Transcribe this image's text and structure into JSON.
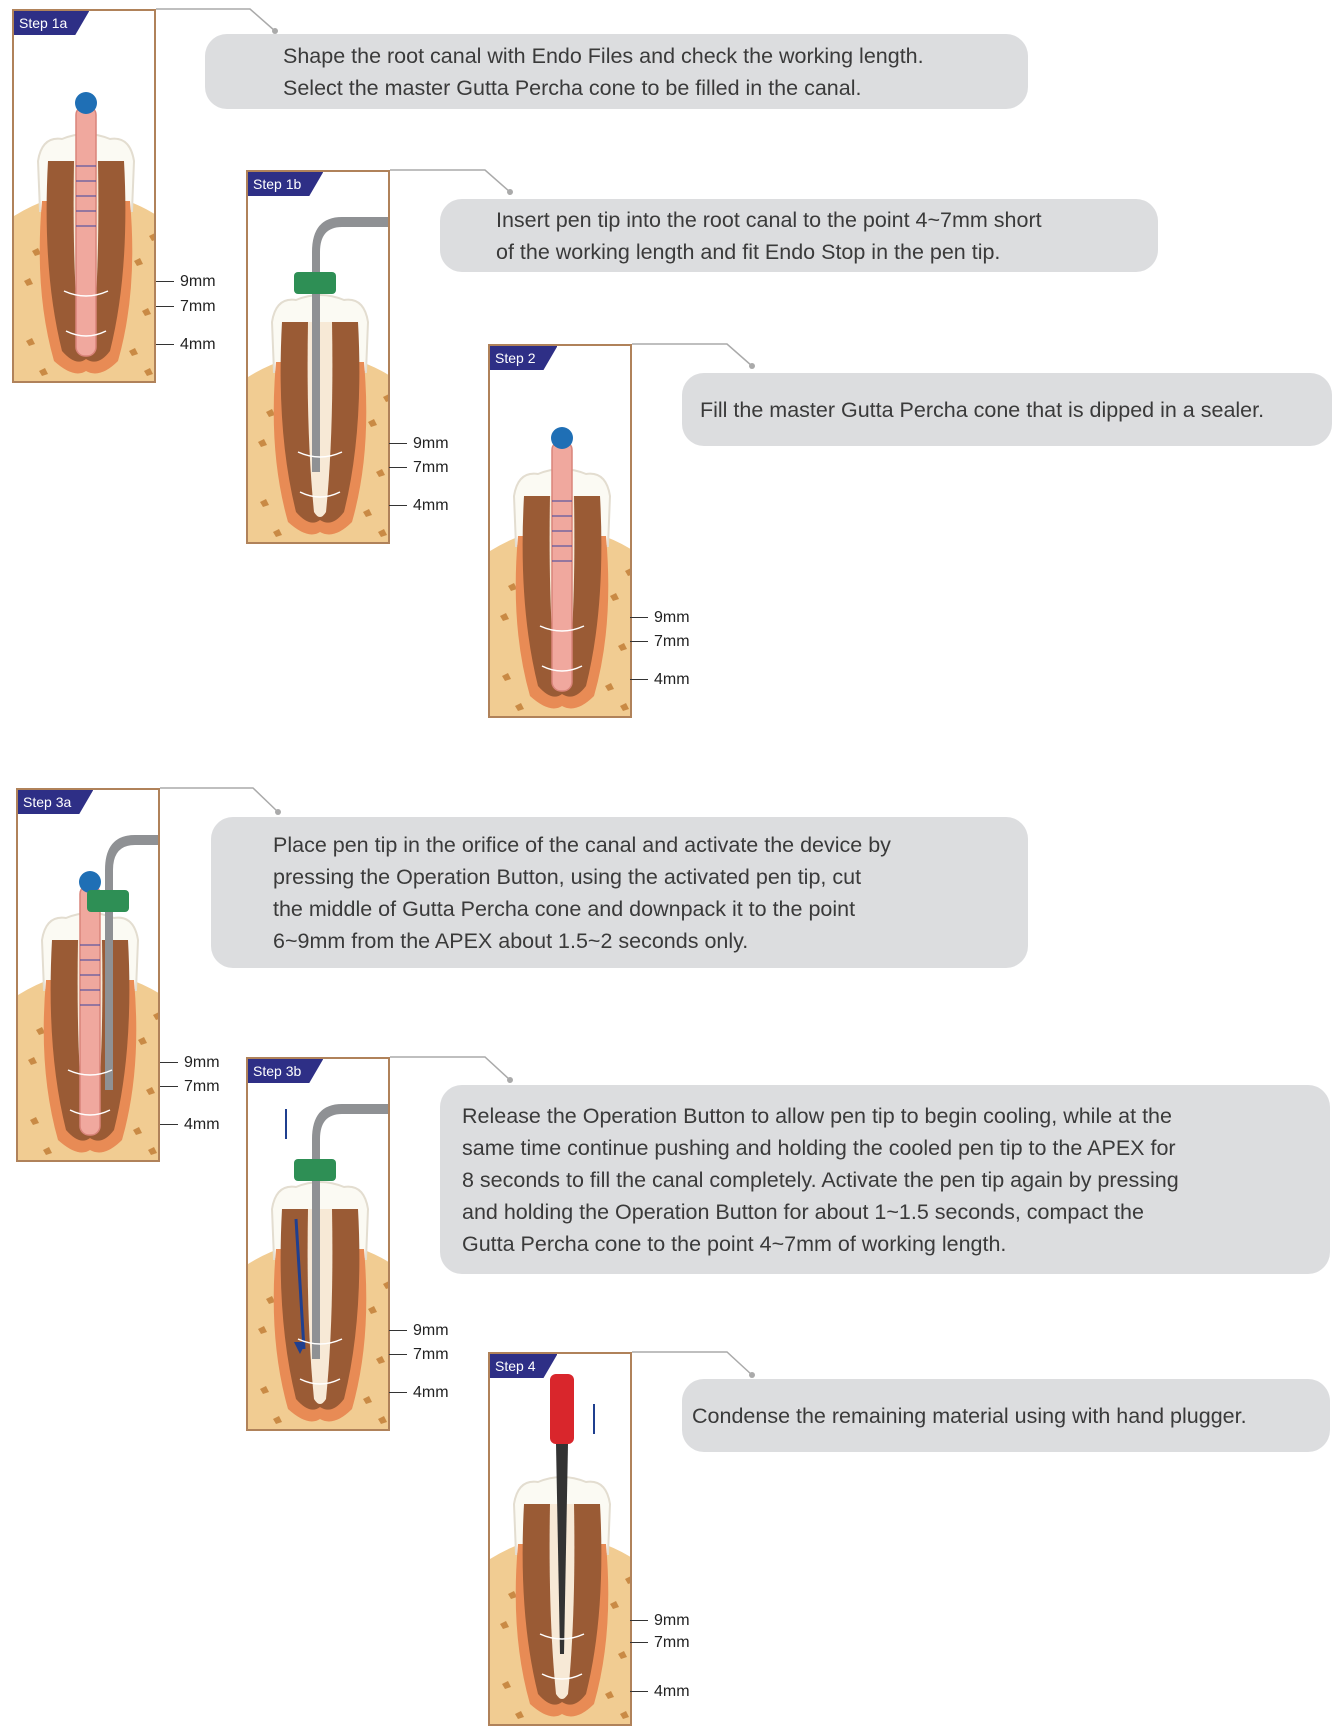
{
  "steps": [
    {
      "id": "1a",
      "tag": "Step 1a",
      "lines": [
        "Shape the root canal with Endo Files and check the working length.",
        "Select the master Gutta Percha cone to be filled in the canal."
      ],
      "tool": "cone"
    },
    {
      "id": "1b",
      "tag": "Step 1b",
      "lines": [
        "Insert pen tip into the root canal to the point 4~7mm short",
        "of the working length and fit Endo Stop in the pen tip."
      ],
      "tool": "pen"
    },
    {
      "id": "2",
      "tag": "Step 2",
      "lines": [
        "Fill the master Gutta Percha cone that is dipped in a sealer."
      ],
      "tool": "cone"
    },
    {
      "id": "3a",
      "tag": "Step 3a",
      "lines": [
        "Place pen tip in the orifice of the canal and activate the device by",
        "pressing the Operation Button, using the activated pen tip, cut",
        "the middle of Gutta Percha cone and downpack it to the point",
        "6~9mm from the APEX about 1.5~2 seconds only."
      ],
      "tool": "cone-pen"
    },
    {
      "id": "3b",
      "tag": "Step 3b",
      "lines": [
        "Release the Operation Button to allow pen tip to begin cooling, while at the",
        "same time continue pushing and holding the cooled pen tip to the APEX for",
        "8 seconds to fill the canal completely. Activate the pen tip again by pressing",
        "and holding the Operation Button for about 1~1.5 seconds, compact the",
        "Gutta Percha cone to the point 4~7mm of working length."
      ],
      "tool": "pen-arrow"
    },
    {
      "id": "4",
      "tag": "Step  4",
      "lines": [
        "Condense the remaining material using with hand plugger."
      ],
      "tool": "plugger"
    }
  ],
  "measurements": [
    "9mm",
    "7mm",
    "4mm"
  ],
  "colors": {
    "tag_bg": "#2e2f86",
    "bubble_bg": "#dcdddf",
    "panel_border": "#b0825a",
    "bone": "#f1cc92",
    "root": "#9a5b35",
    "enamel": "#fbfaf3",
    "cone": "#f0a89e",
    "cone_tip": "#1f6fb5",
    "pen_tip": "#8f9194",
    "endo_stop": "#2e8f55",
    "plugger_handle": "#d9262c"
  }
}
